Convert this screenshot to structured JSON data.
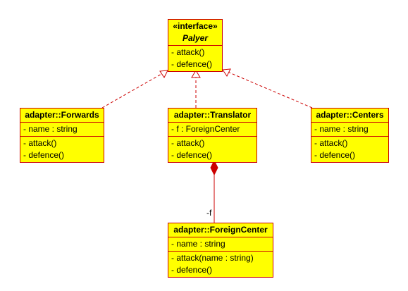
{
  "interface": {
    "stereotype": "«interface»",
    "name": "Palyer",
    "methods": [
      "- attack()",
      "- defence()"
    ]
  },
  "forwards": {
    "name": "adapter::Forwards",
    "attributes": [
      "- name : string"
    ],
    "methods": [
      "- attack()",
      "- defence()"
    ]
  },
  "translator": {
    "name": "adapter::Translator",
    "attributes": [
      "- f : ForeignCenter"
    ],
    "methods": [
      "- attack()",
      "- defence()"
    ]
  },
  "centers": {
    "name": "adapter::Centers",
    "attributes": [
      "- name : string"
    ],
    "methods": [
      "- attack()",
      "- defence()"
    ]
  },
  "foreign_center": {
    "name": "adapter::ForeignCenter",
    "attributes": [
      "- name : string"
    ],
    "methods": [
      "- attack(name : string)",
      "- defence()"
    ]
  },
  "composition_role": "-f",
  "colors": {
    "class_fill": "#ffff00",
    "border": "#cc0000",
    "text": "#000000"
  }
}
